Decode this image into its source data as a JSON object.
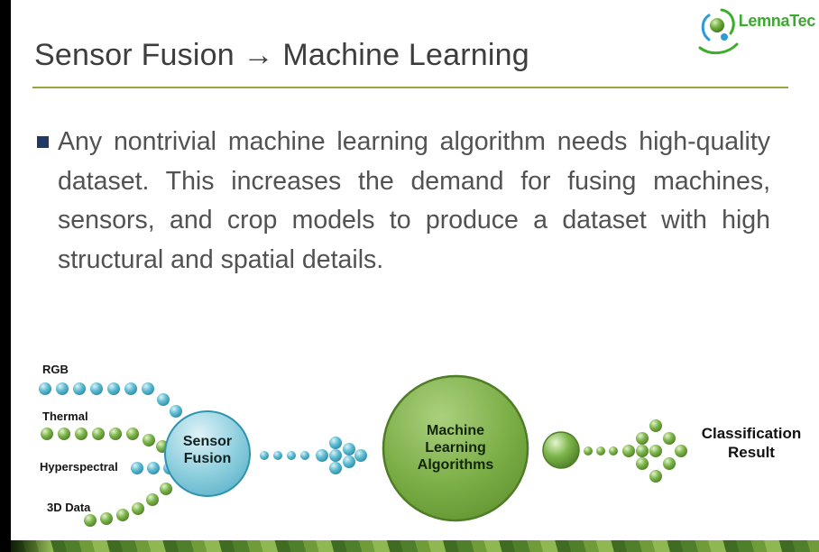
{
  "slide": {
    "title": "Sensor Fusion → Machine Learning"
  },
  "logo": {
    "text": "LemnaTec",
    "brand_green": "#3BAB2F",
    "brand_blue": "#2E9BD6"
  },
  "body": {
    "bullet_text": "Any nontrivial machine learning algorithm needs high-quality dataset. This increases the demand for fusing machines, sensors, and crop models to produce a dataset with high structural and spatial details."
  },
  "diagram": {
    "inputs": [
      {
        "label": "RGB"
      },
      {
        "label": "Thermal"
      },
      {
        "label": "Hyperspectral"
      },
      {
        "label": "3D Data"
      }
    ],
    "sensor_fusion_label": "Sensor Fusion",
    "ml_label": "Machine Learning Algorithms",
    "result_label": "Classification Result",
    "colors": {
      "teal_ball": "#4FB8CE",
      "green_ball": "#77B043",
      "sensor_fusion_fill": "#8ECFDE",
      "ml_fill": "#7AAD45"
    }
  }
}
